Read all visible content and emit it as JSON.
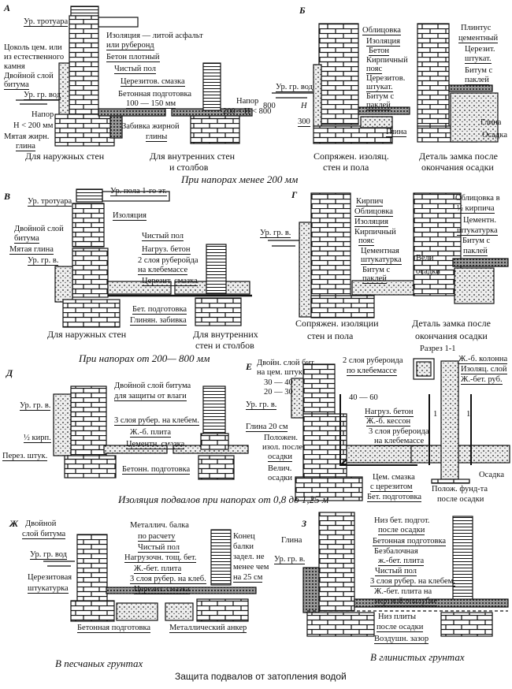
{
  "caption": "Защита подвалов от затопления водой",
  "section_titles": {
    "low": "При напорах менее 200 мм",
    "mid": "При напорах от 200— 800 мм",
    "basement": "Изоляция подвалов при напорах от 0,8 до 1,25 м",
    "sandy": "В песчаных грунтах",
    "clay": "В глинистых грунтах"
  },
  "panels": {
    "a": {
      "letter": "А",
      "labels": [
        "Ур. тротуара",
        "Изоляция — литой асфальт",
        "или руберонд",
        "Цоколь цем. или",
        "из естественного",
        "камня",
        "Бетон плотный",
        "Двойной слой",
        "битума",
        "Чистый пол",
        "Ур. гр. вод",
        "Церезитов. смазка",
        "Бетонная подготовка",
        "100 — 150 мм",
        "Напор",
        "H < 200 мм",
        "Напор",
        "200 < H < 800",
        "Мятая жирн.",
        "глина",
        "Забивка жирной",
        "глины"
      ],
      "captions": [
        "Для наружных стен",
        "Для внутренних стен",
        "и столбов"
      ]
    },
    "b": {
      "letter": "Б",
      "labels": [
        "Облицовка",
        "Изоляция",
        "Бетон",
        "Кирпичный",
        "пояс",
        "Церезитов.",
        "штукат.",
        "Битум с",
        "паклей",
        "Ур. гр. вод",
        "800",
        "H",
        "300",
        "Глина",
        "Плинтус",
        "цементный",
        "Церезит.",
        "штукат.",
        "Битум с",
        "паклей",
        "Глина",
        "Осадка"
      ],
      "captions": [
        "Сопряжен. изоляц.",
        "стен и пола",
        "Деталь замка после",
        "окончания осадки"
      ]
    },
    "v": {
      "letter": "В",
      "labels": [
        "Ур. пола 1-го эт.",
        "Ур. тротуара",
        "Изоляция",
        "Двойной слой",
        "битума",
        "Мятая глина",
        "Чистый пол",
        "Ур. гр. в.",
        "Нагруз. бетон",
        "2 слоя руберойда",
        "на клебемассе",
        "Церезит. смазка",
        "Бет. подготовка",
        "Глинян. забивка"
      ],
      "captions": [
        "Для наружных стен",
        "Для внутренних",
        "стен и столбов"
      ]
    },
    "g": {
      "letter": "Г",
      "labels": [
        "Кирпич",
        "Облицовка",
        "Изоляция",
        "Кирпичный",
        "пояс",
        "Цементная",
        "штукатурка",
        "Битум с",
        "паклей",
        "Ур. гр. в.",
        "Облицовка в",
        "½ кирпича",
        "Цементн.",
        "штукатурка",
        "Битум с",
        "паклей",
        "Вели",
        "осадки"
      ],
      "captions": [
        "Сопряжен. изоляции",
        "стен и пола",
        "Деталь замка после",
        "окончания осадки"
      ]
    },
    "d": {
      "letter": "Д",
      "labels": [
        "Двойной слой битума",
        "для защиты от влаги",
        "Ур. гр. в.",
        "3 слоя рубер. на клебем.",
        "½ кирп.",
        "Ж.-б. плита",
        "Цементн. смазка",
        "Перез. штук.",
        "Бетонн. подготовка"
      ]
    },
    "e": {
      "letter": "Е",
      "labels": [
        "Двойн. слой бит.",
        "на цем. штук.",
        "30 — 40",
        "20 — 30",
        "Ур. гр. в.",
        "Глина 20 см",
        "Положен.",
        "изол. после",
        "осадки",
        "Велич.",
        "осадки",
        "2 слоя рубероида",
        "по клебемассе",
        "40 — 60",
        "Нагруз. бетон",
        "Ж.-б. кессон",
        "3 слоя рубероида",
        "на клебемассе",
        "Цем. смазка",
        "с церезитом",
        "Бет. подготовка",
        "Разрез 1-1",
        "Ж.-б. колонна",
        "Изоляц. слой",
        "Ж.-бет. руб.",
        "1",
        "1",
        "Осадка",
        "Полож. фунд-та",
        "после осадки"
      ]
    },
    "zh": {
      "letter": "Ж",
      "labels": [
        "Двойной",
        "слой битума",
        "Ур. гр. вод",
        "Церезитовая",
        "штукатурка",
        "Металлич. балка",
        "по расчету",
        "Чистый пол",
        "Нагрузочн. тощ. бет.",
        "Ж.-бет. плита",
        "3 слоя рубер. на клеб.",
        "Церезит. смазка",
        "Конец",
        "балки",
        "задел. не",
        "менее чем",
        "на 25 см",
        "Бетонная подготовка",
        "Металлический анкер"
      ]
    },
    "z": {
      "letter": "З",
      "labels": [
        "Глина",
        "Ур. гр. в.",
        "Низ бет. подгот.",
        "после осадки",
        "Бетонная подготовка",
        "Безбалочная",
        "ж.-бет. плита",
        "Чистый пол",
        "3 слоя рубер. на клебем.",
        "Ж.-бет. плита на",
        "мертвой опалубке",
        "Низ плиты",
        "после осадки",
        "Воздушн. зазор"
      ]
    }
  }
}
